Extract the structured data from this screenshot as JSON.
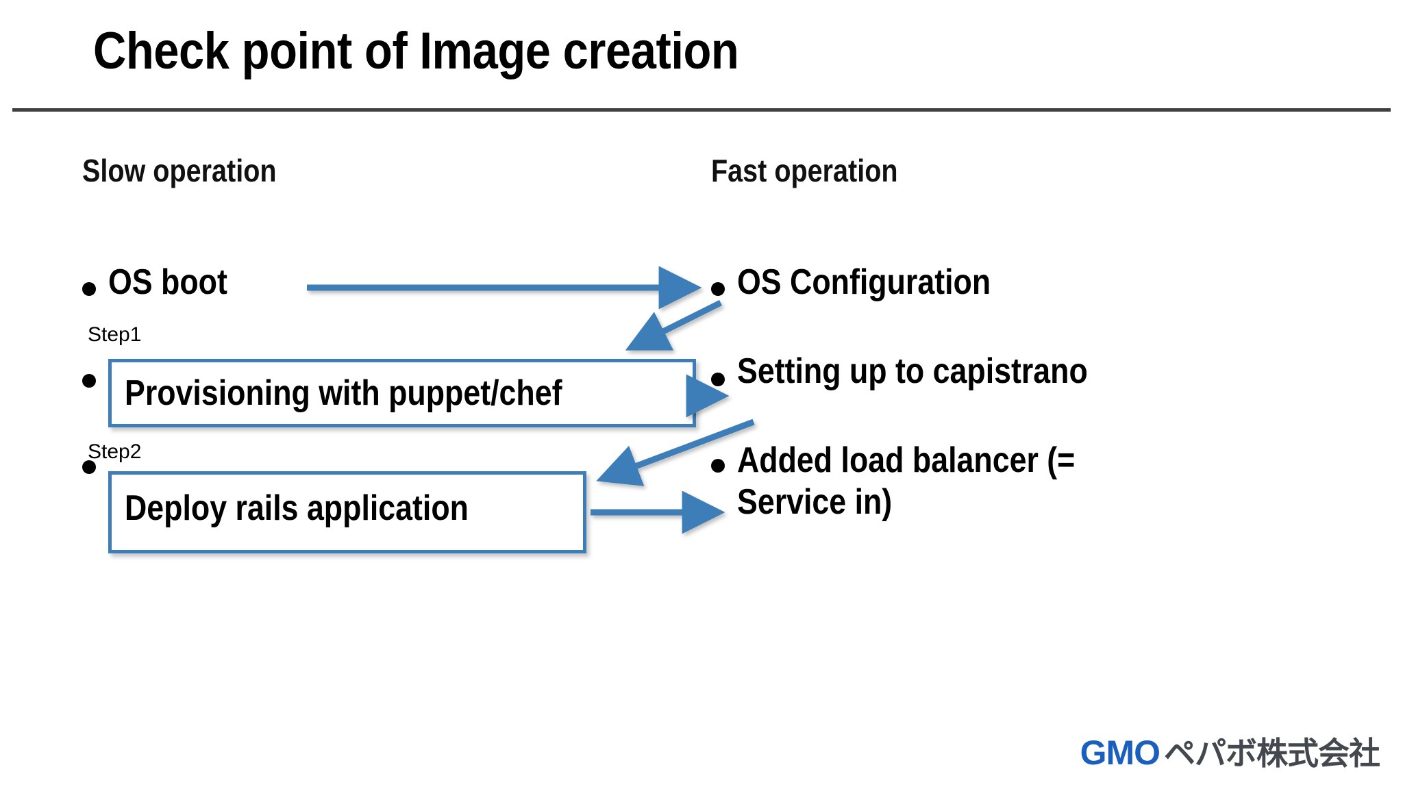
{
  "slide": {
    "title": "Check point of Image creation",
    "columns": {
      "left_header": "Slow operation",
      "right_header": "Fast operation"
    },
    "left_items": [
      {
        "text": "OS boot",
        "boxed": false,
        "step_label": ""
      },
      {
        "text": "Provisioning with puppet/chef",
        "boxed": true,
        "step_label": "Step1"
      },
      {
        "text": "Deploy rails application",
        "boxed": true,
        "step_label": "Step2"
      }
    ],
    "right_items": [
      {
        "text": "OS Configuration"
      },
      {
        "text": "Setting up to capistrano"
      },
      {
        "text": "Added load balancer (= Service in)"
      }
    ],
    "logo": {
      "brand": "GMO",
      "company": "ペパボ株式会社"
    },
    "colors": {
      "accent_blue": "#3d7eb8",
      "logo_blue": "#1b5fbe",
      "logo_gray": "#43484f",
      "rule_gray": "#3f3f3f",
      "text_black": "#000000"
    }
  }
}
